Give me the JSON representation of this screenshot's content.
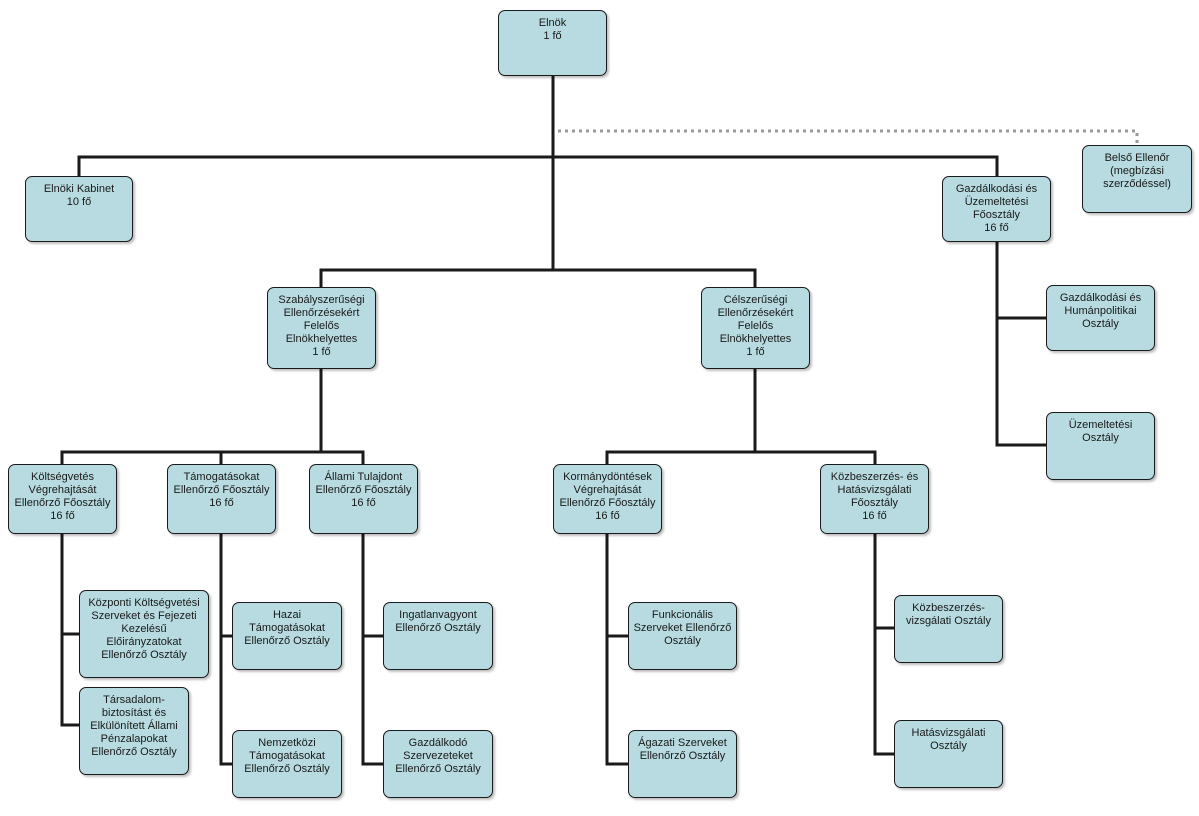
{
  "colors": {
    "box_fill": "#b7dbe0",
    "line": "#1a1a1a",
    "dotted_line": "#999999"
  },
  "nodes": {
    "elnok": "Elnök\n1 fő",
    "kabinet": "Elnöki Kabinet\n10 fő",
    "belso_ellenor": "Belső Ellenőr\n(megbízási\nszerződéssel)",
    "gazd_fo": "Gazdálkodási és\nÜzemeltetési\nFőosztály\n16 fő",
    "szabaly_elnokh": "Szabályszerűségi\nEllenőrzésekért\nFelelős\nElnökhelyettes\n1 fő",
    "cel_elnokh": "Célszerűségi\nEllenőrzésekért\nFelelős\nElnökhelyettes\n1 fő",
    "gazd_human": "Gazdálkodási és\nHumánpolitikai\nOsztály",
    "uzem": "Üzemeltetési\nOsztály",
    "koltseg_fo": "Költségvetés\nVégrehajtását\nEllenőrző Főosztály\n16 fő",
    "tamog_fo": "Támogatásokat\nEllenőrző Főosztály\n16 fő",
    "allami_fo": "Állami Tulajdont\nEllenőrző Főosztály\n16 fő",
    "kormany_fo": "Kormánydöntések\nVégrehajtását\nEllenőrző Főosztály\n16 fő",
    "kozbesz_fo": "Közbeszerzés- és\nHatásvizsgálati\nFőosztály\n16 fő",
    "kozp_kolts": "Központi Költségvetési\nSzerveket és Fejezeti\nKezelésű\nElőirányzatokat\nEllenőrző Osztály",
    "tarsadalom": "Társadalom-\nbiztosítást és\nElkülönített Állami\nPénzalapokat\nEllenőrző Osztály",
    "hazai": "Hazai\nTámogatásokat\nEllenőrző Osztály",
    "nemzetkozi": "Nemzetközi\nTámogatásokat\nEllenőrző Osztály",
    "ingatlan": "Ingatlanvagyont\nEllenőrző Osztály",
    "gazdalkodo": "Gazdálkodó\nSzervezeteket\nEllenőrző Osztály",
    "funkcionalis": "Funkcionális\nSzerveket Ellenőrző\nOsztály",
    "agazati": "Ágazati Szerveket\nEllenőrző Osztály",
    "kozbesz_vizsg": "Közbeszerzés-\nvizsgálati Osztály",
    "hatasvizsg": "Hatásvizsgálati\nOsztály"
  }
}
